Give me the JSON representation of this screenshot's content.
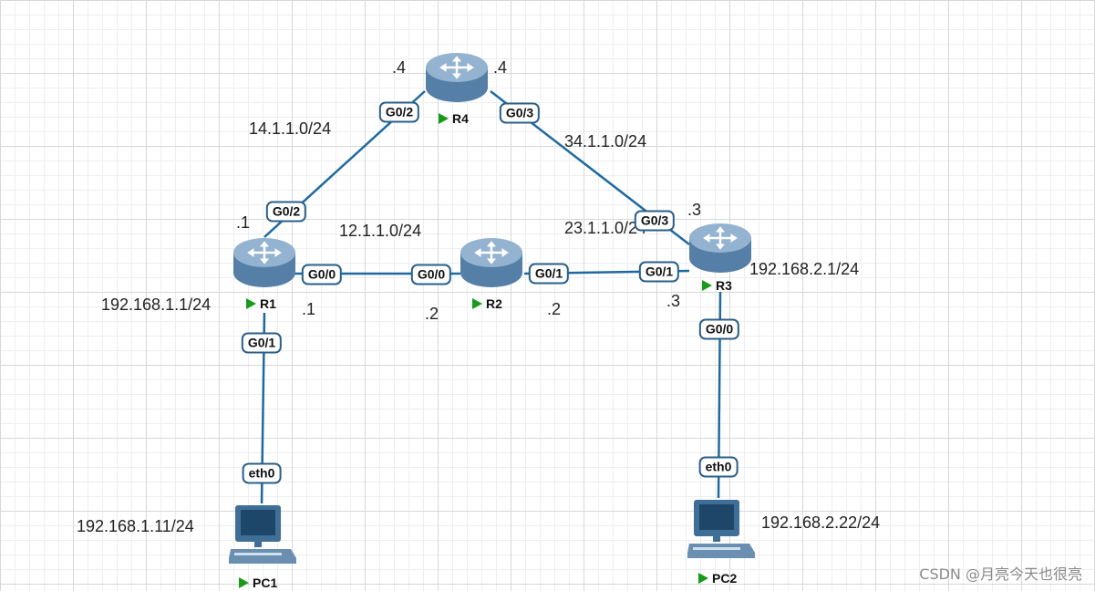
{
  "devices": {
    "r1": {
      "name": "R1",
      "type": "router"
    },
    "r2": {
      "name": "R2",
      "type": "router"
    },
    "r3": {
      "name": "R3",
      "type": "router"
    },
    "r4": {
      "name": "R4",
      "type": "router"
    },
    "pc1": {
      "name": "PC1",
      "type": "pc"
    },
    "pc2": {
      "name": "PC2",
      "type": "pc"
    }
  },
  "ports": {
    "r4_g02": "G0/2",
    "r4_g03": "G0/3",
    "r1_g02": "G0/2",
    "r1_g00": "G0/0",
    "r1_g01": "G0/1",
    "r2_g00": "G0/0",
    "r2_g01": "G0/1",
    "r3_g03": "G0/3",
    "r3_g01": "G0/1",
    "r3_g00": "G0/0",
    "pc1_eth0": "eth0",
    "pc2_eth0": "eth0"
  },
  "networks": {
    "n14": "14.1.1.0/24",
    "n34": "34.1.1.0/24",
    "n12": "12.1.1.0/24",
    "n23": "23.1.1.0/24",
    "r1_lan": "192.168.1.1/24",
    "r3_lan": "192.168.2.1/24",
    "pc1_ip": "192.168.1.11/24",
    "pc2_ip": "192.168.2.22/24"
  },
  "host_ids": {
    "r4_left": ".4",
    "r4_right": ".4",
    "r1_top": ".1",
    "r1_right": ".1",
    "r2_left": ".2",
    "r2_right": ".2",
    "r3_top": ".3",
    "r3_left": ".3"
  },
  "watermark": "CSDN @月亮今天也很亮",
  "colors": {
    "link": "#1e6aa0",
    "port_border": "#2a5f88",
    "status_running": "#1a9a1a"
  }
}
